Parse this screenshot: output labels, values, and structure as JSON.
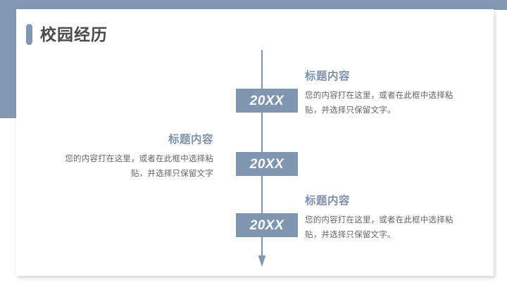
{
  "slide": {
    "title": "校园经历",
    "accent_color": "#8098b2",
    "badge_color": "#7f96b0",
    "heading_color": "#7d92ab",
    "body_color": "#66666a",
    "title_color": "#4a4a4a",
    "card_background": "#ffffff"
  },
  "timeline": {
    "items": [
      {
        "year": "20XX",
        "heading": "标题内容",
        "body": "您的内容打在这里，或者在此框中选择粘贴，并选择只保留文字。",
        "side": "right"
      },
      {
        "year": "20XX",
        "heading": "标题内容",
        "body": "您的内容打在这里，或者在此框中选择粘贴，并选择只保留文字",
        "side": "left"
      },
      {
        "year": "20XX",
        "heading": "标题内容",
        "body": "您的内容打在这里，或者在此框中选择粘贴，并选择只保留文字。",
        "side": "right"
      }
    ]
  }
}
